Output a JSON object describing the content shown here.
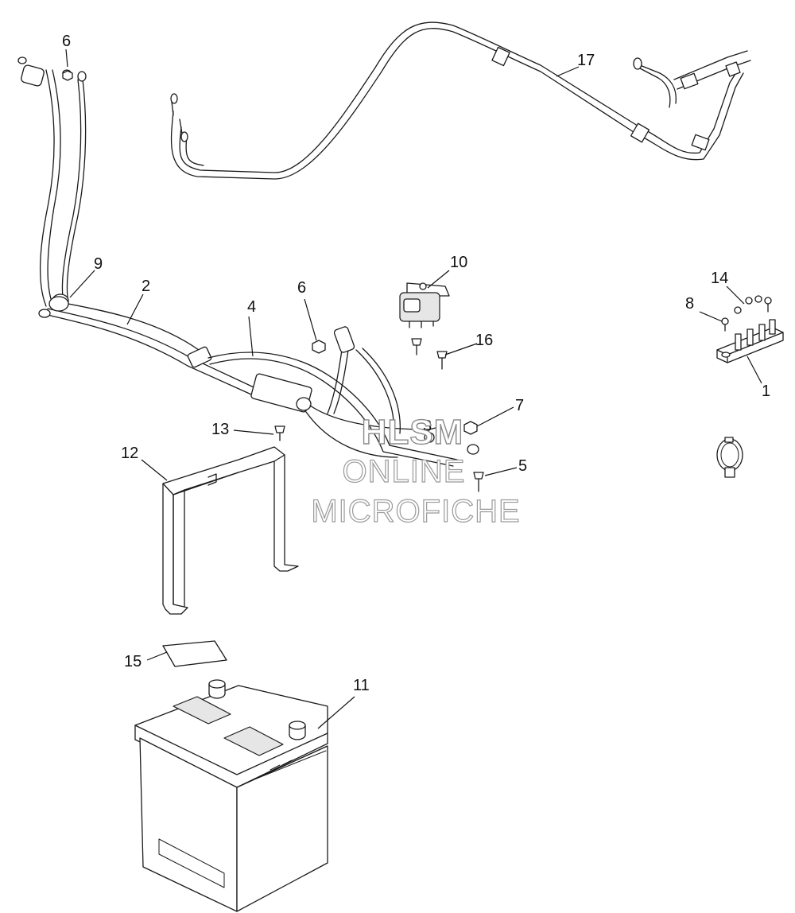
{
  "callouts": {
    "c1": "1",
    "c2": "2",
    "c3": "3",
    "c4": "4",
    "c5": "5",
    "c6a": "6",
    "c6b": "6",
    "c7": "7",
    "c8": "8",
    "c9": "9",
    "c10": "10",
    "c11": "11",
    "c12": "12",
    "c13": "13",
    "c14": "14",
    "c15": "15",
    "c16": "16",
    "c17": "17"
  },
  "watermark": {
    "line1": "HLSM",
    "line2": "ONLINE",
    "line3": "MICROFICHE"
  }
}
